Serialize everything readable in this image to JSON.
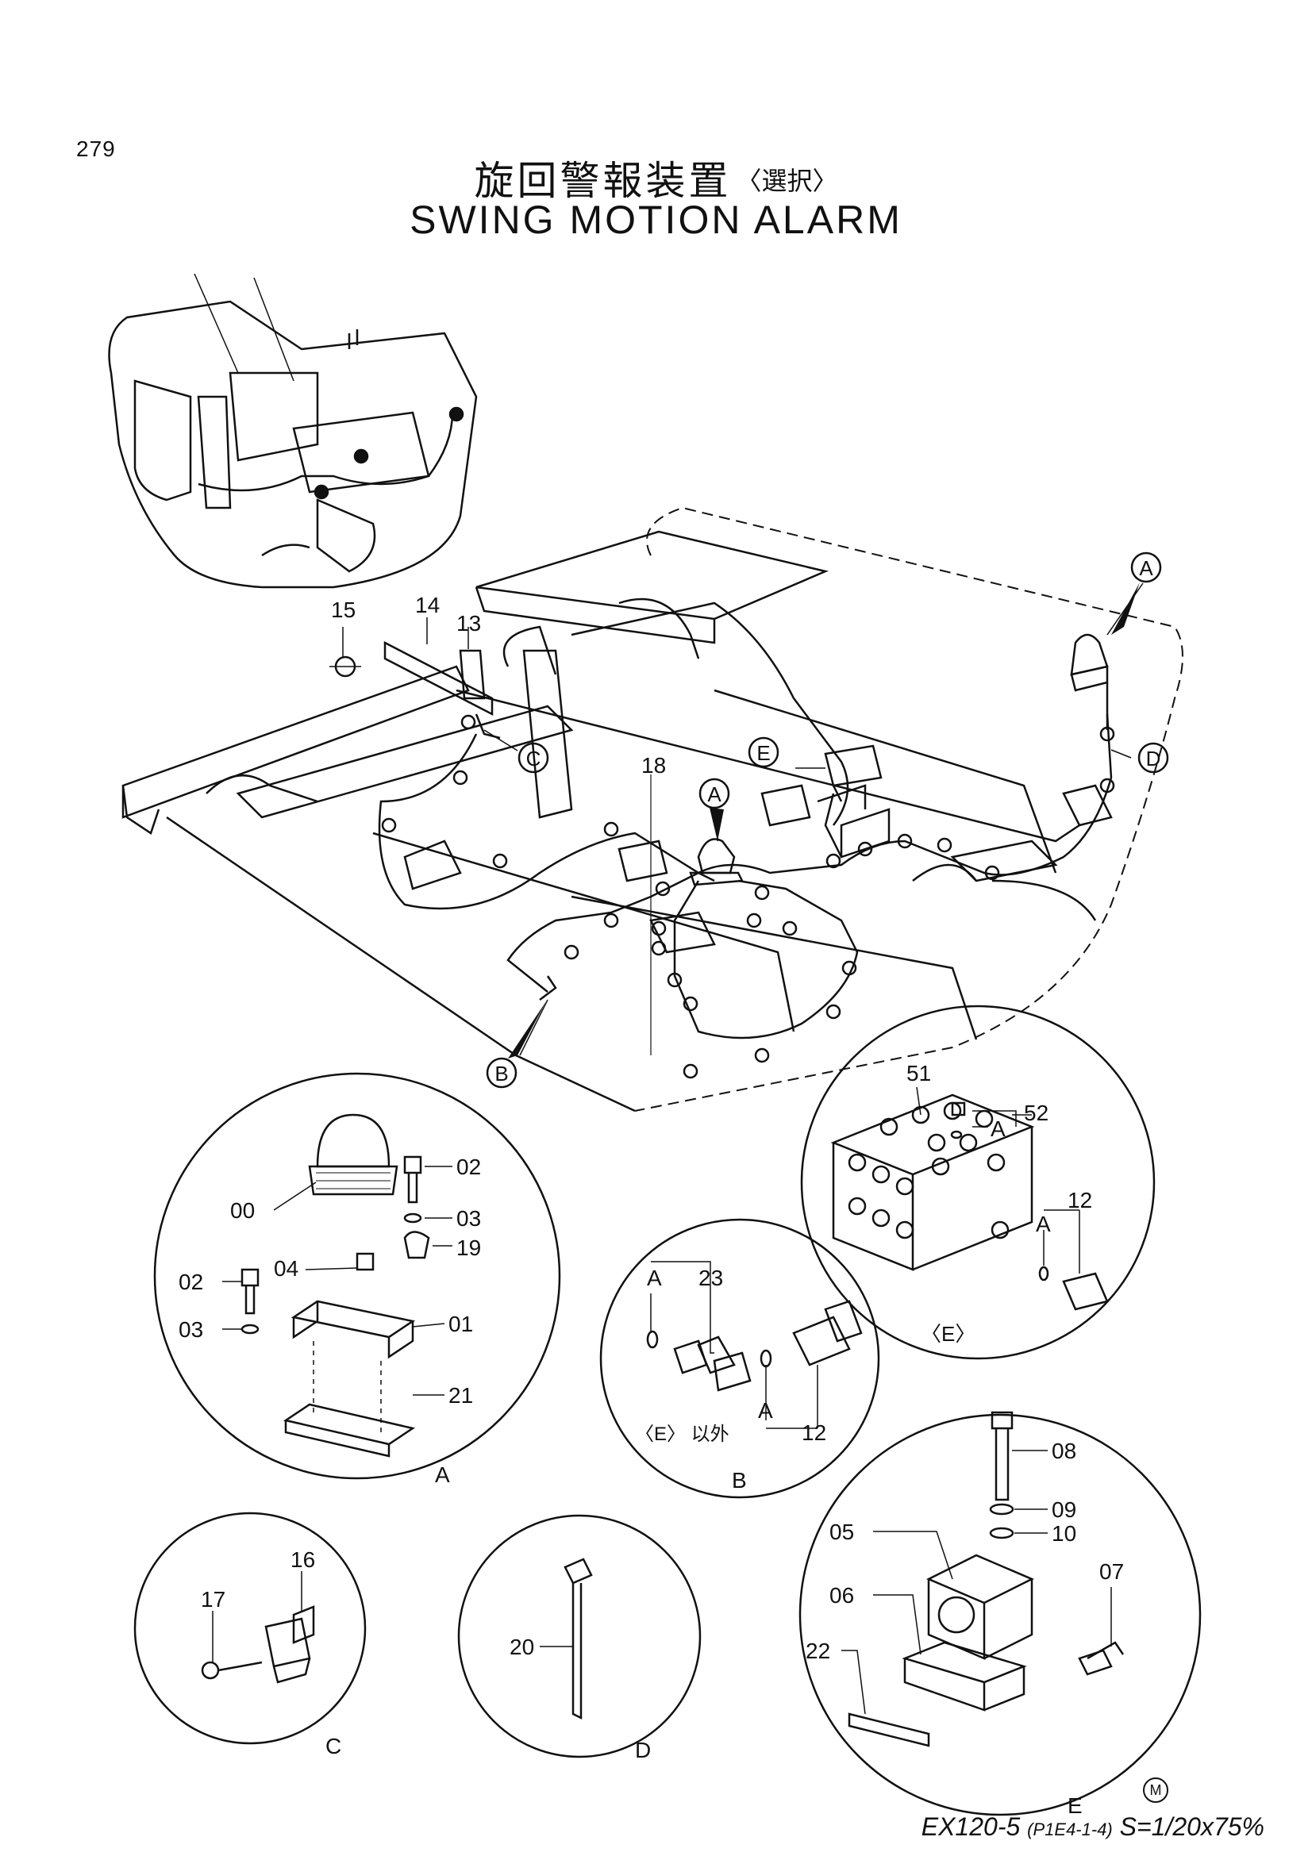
{
  "page_number": "279",
  "title_jp": "旋回警報装置",
  "title_jp_option": "〈選択〉",
  "title_en": "SWING  MOTION  ALARM",
  "footer": {
    "model": "EX120-5",
    "code": "(P1E4-1-4)",
    "scale": "S=1/20x75%",
    "mark": "M"
  },
  "callouts": {
    "main": {
      "p15": "15",
      "p14": "14",
      "p13": "13",
      "p18": "18"
    },
    "detail_A": {
      "p00": "00",
      "p02a": "02",
      "p03a": "03",
      "p19": "19",
      "p04": "04",
      "p02b": "02",
      "p03b": "03",
      "p01": "01",
      "p21": "21"
    },
    "detail_B": {
      "p23": "23",
      "pA1": "A",
      "pA2": "A",
      "p12": "12",
      "note": "〈E〉 以外"
    },
    "detail_E_top": {
      "p51": "51",
      "p52": "52",
      "pA1": "A",
      "pA2": "A",
      "p12": "12",
      "label": "〈E〉"
    },
    "detail_C": {
      "p16": "16",
      "p17": "17"
    },
    "detail_D": {
      "p20": "20"
    },
    "detail_E": {
      "p08": "08",
      "p09": "09",
      "p10": "10",
      "p05": "05",
      "p06": "06",
      "p07": "07",
      "p22": "22"
    }
  },
  "view_markers": {
    "A": "A",
    "B": "B",
    "C": "C",
    "D": "D",
    "E": "E"
  }
}
